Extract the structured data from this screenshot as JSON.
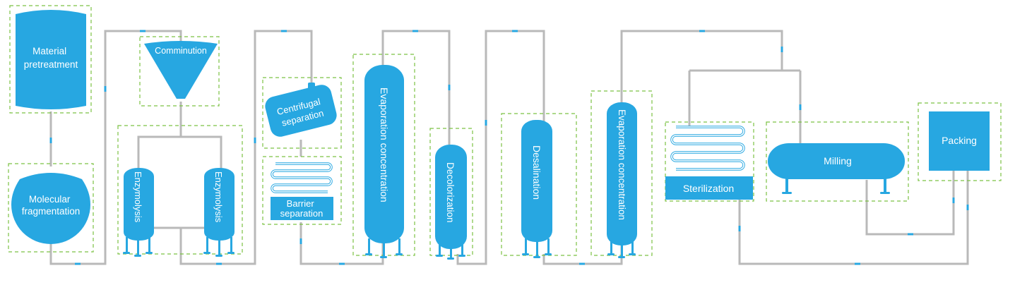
{
  "steps": {
    "material_pretreatment": [
      "Material",
      "pretreatment"
    ],
    "molecular_fragmentation": [
      "Molecular",
      "fragmentation"
    ],
    "comminution": "Comminution",
    "enzymolysis_1": "Enzymolysis",
    "enzymolysis_2": "Enzymolysis",
    "centrifugal_separation": [
      "Centrifugal",
      "separation"
    ],
    "barrier_separation": [
      "Barrier",
      "separation"
    ],
    "evaporation_concentration_1": "Evaporation concentration",
    "decolorization": "Decolorization",
    "desalination": "Desalination",
    "evaporation_concentration_2": "Evaporation concentration",
    "sterilization": "Sterilization",
    "milling": "Milling",
    "packing": "Packing"
  },
  "colors": {
    "equipment": "#27a7e1",
    "pipe": "#b9b9b9",
    "frame": "#7cc243",
    "text": "#ffffff"
  },
  "icons": [
    "tank-icon",
    "sphere-vessel-icon",
    "funnel-icon",
    "reactor-icon",
    "centrifuge-icon",
    "membrane-coil-icon",
    "column-icon",
    "heat-exchanger-coil-icon",
    "horizontal-tank-icon",
    "box-icon"
  ]
}
